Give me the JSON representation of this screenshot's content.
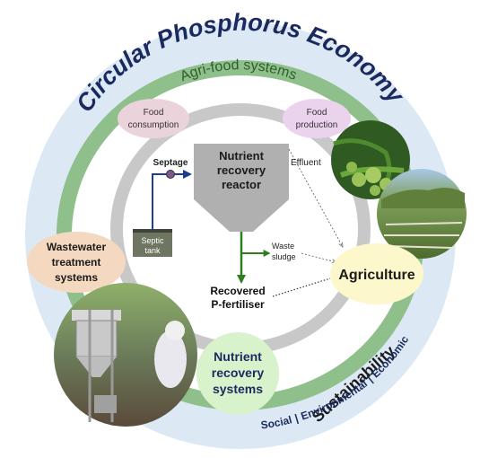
{
  "title": "Circular Phosphorus Economy",
  "agri_food": "Agri-food systems",
  "food_consumption": [
    "Food",
    "consumption"
  ],
  "food_production": [
    "Food",
    "production"
  ],
  "reactor": [
    "Nutrient",
    "recovery",
    "reactor"
  ],
  "septage": "Septage",
  "effluent": "Effluent",
  "septic_tank": [
    "Septic",
    "tank"
  ],
  "wastewater": [
    "Wastewater",
    "treatment",
    "systems"
  ],
  "waste_sludge": [
    "Waste",
    "sludge"
  ],
  "recovered": [
    "Recovered",
    "P-fertiliser"
  ],
  "agriculture": "Agriculture",
  "nutrient_systems": [
    "Nutrient",
    "recovery",
    "systems"
  ],
  "sustainability": "Sustainability",
  "pillars": [
    "Social",
    "Environmental",
    "Economic"
  ],
  "colors": {
    "outer_ring": "#dce9f5",
    "green_band": "#8fbf8a",
    "grey_ring": "#c8c8c8",
    "reactor_grey": "#b0b0b0",
    "arrow_green": "#2e7d1e",
    "arrow_blue": "#1f3d8f",
    "title_navy": "#1b2a5e",
    "consumption_bubble": "#ebd3dc",
    "production_bubble": "#ebd3ee",
    "wastewater_bubble": "#f4d8bf",
    "agriculture_bubble": "#fdf7cc",
    "nutrient_bubble": "#d8f2cc",
    "septic_tank": "#6e7560"
  }
}
